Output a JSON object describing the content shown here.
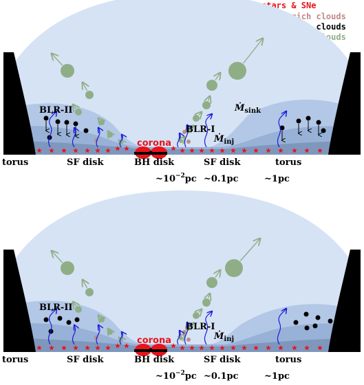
{
  "legend": {
    "stars": {
      "text": "stars & SNe",
      "color": "#e8141c"
    },
    "metal_rich": {
      "text": "metal-rich clouds",
      "color": "#c08a88"
    },
    "metal_poor": {
      "text": "metal-poor clouds",
      "color": "#000000"
    },
    "outflowing": {
      "text": "outflowing clouds",
      "color": "#8fae86"
    }
  },
  "panels": [
    {
      "torus_left": "torus",
      "torus_right": "torus",
      "sf_disk_left": "SF disk",
      "bh_disk": "BH disk",
      "sf_disk_right": "SF disk",
      "corona": "corona",
      "blr_ii": "BLR-II",
      "blr_i": "BLR-I",
      "m_inj": "Ṁ",
      "m_inj_sub": "inj",
      "m_sink": "Ṁ",
      "m_sink_sub": "sink",
      "scale_1": "~10",
      "scale_1_exp": "−2",
      "scale_1_unit": "pc",
      "scale_2": "~0.1pc",
      "scale_3": "~1pc"
    },
    {
      "torus_left": "torus",
      "torus_right": "torus",
      "sf_disk_left": "SF disk",
      "bh_disk": "BH disk",
      "sf_disk_right": "SF disk",
      "corona": "corona",
      "blr_ii": "BLR-II",
      "blr_i": "BLR-I",
      "m_inj": "Ṁ",
      "m_inj_sub": "inj",
      "scale_1": "~10",
      "scale_1_exp": "−2",
      "scale_1_unit": "pc",
      "scale_2": "~0.1pc",
      "scale_3": "~1pc"
    }
  ],
  "colors": {
    "dome": "#d6e3f5",
    "cloud_zone": "#b3c8e6",
    "inner_zone": "#98b1d6",
    "disk_zone": "#7f97bd",
    "torus": "#000000",
    "flow_arrow": "#1a1adb",
    "outflow": "#8fae86",
    "star": "#e8141c"
  },
  "icons": [
    "star-icon",
    "metal-rich-cloud-icon",
    "metal-poor-cloud-icon",
    "outflowing-cloud-icon"
  ]
}
